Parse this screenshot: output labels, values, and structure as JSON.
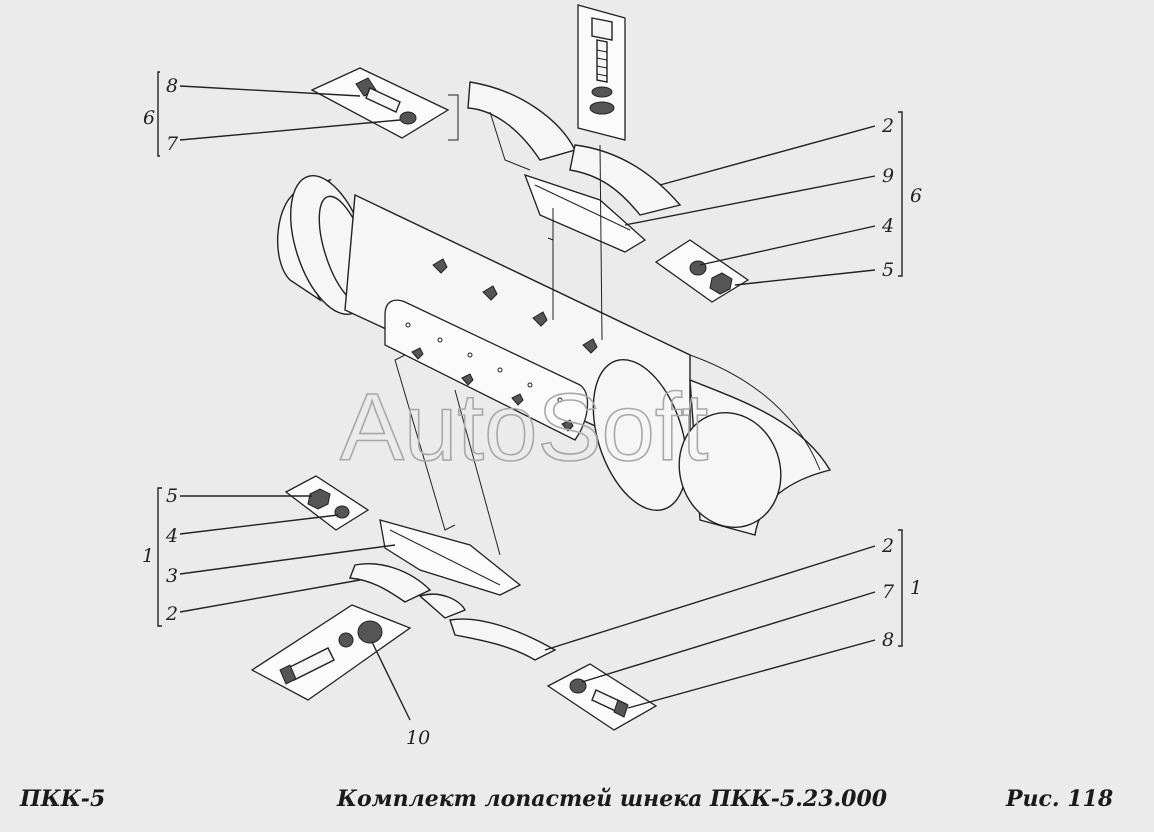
{
  "footer": {
    "left": "ПКК-5",
    "center": "Комплект лопастей шнека ПКК-5.23.000",
    "right": "Рис.  118"
  },
  "watermark": "AutoSoft",
  "callouts": {
    "top_left": {
      "group": "6",
      "upper": "8",
      "lower": "7"
    },
    "top_right": {
      "group": "6",
      "items": [
        "2",
        "9",
        "4",
        "5"
      ]
    },
    "bottom_left": {
      "group": "1",
      "items": [
        "5",
        "4",
        "3",
        "2"
      ]
    },
    "bottom_right": {
      "group": "1",
      "items": [
        "2",
        "7",
        "8"
      ]
    },
    "bottom_center": "10"
  }
}
